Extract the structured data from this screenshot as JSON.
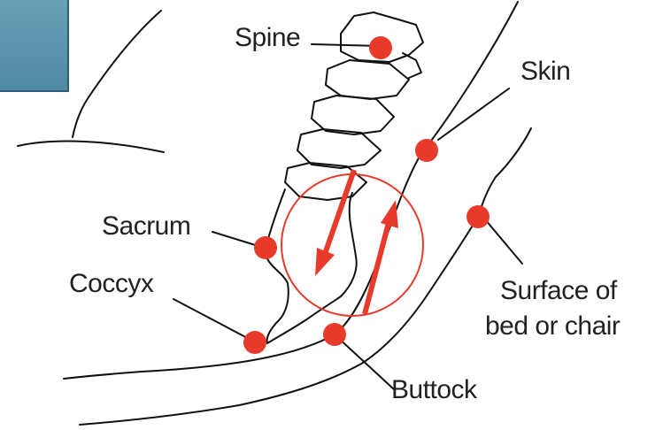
{
  "labels": {
    "spine": "Spine",
    "skin": "Skin",
    "sacrum": "Sacrum",
    "coccyx": "Coccyx",
    "surface_line1": "Surface of",
    "surface_line2": "bed or chair",
    "buttock": "Buttock"
  },
  "colors": {
    "marker": "#e83a2a",
    "outline": "#111111",
    "corner_box": "#5a93ab"
  }
}
